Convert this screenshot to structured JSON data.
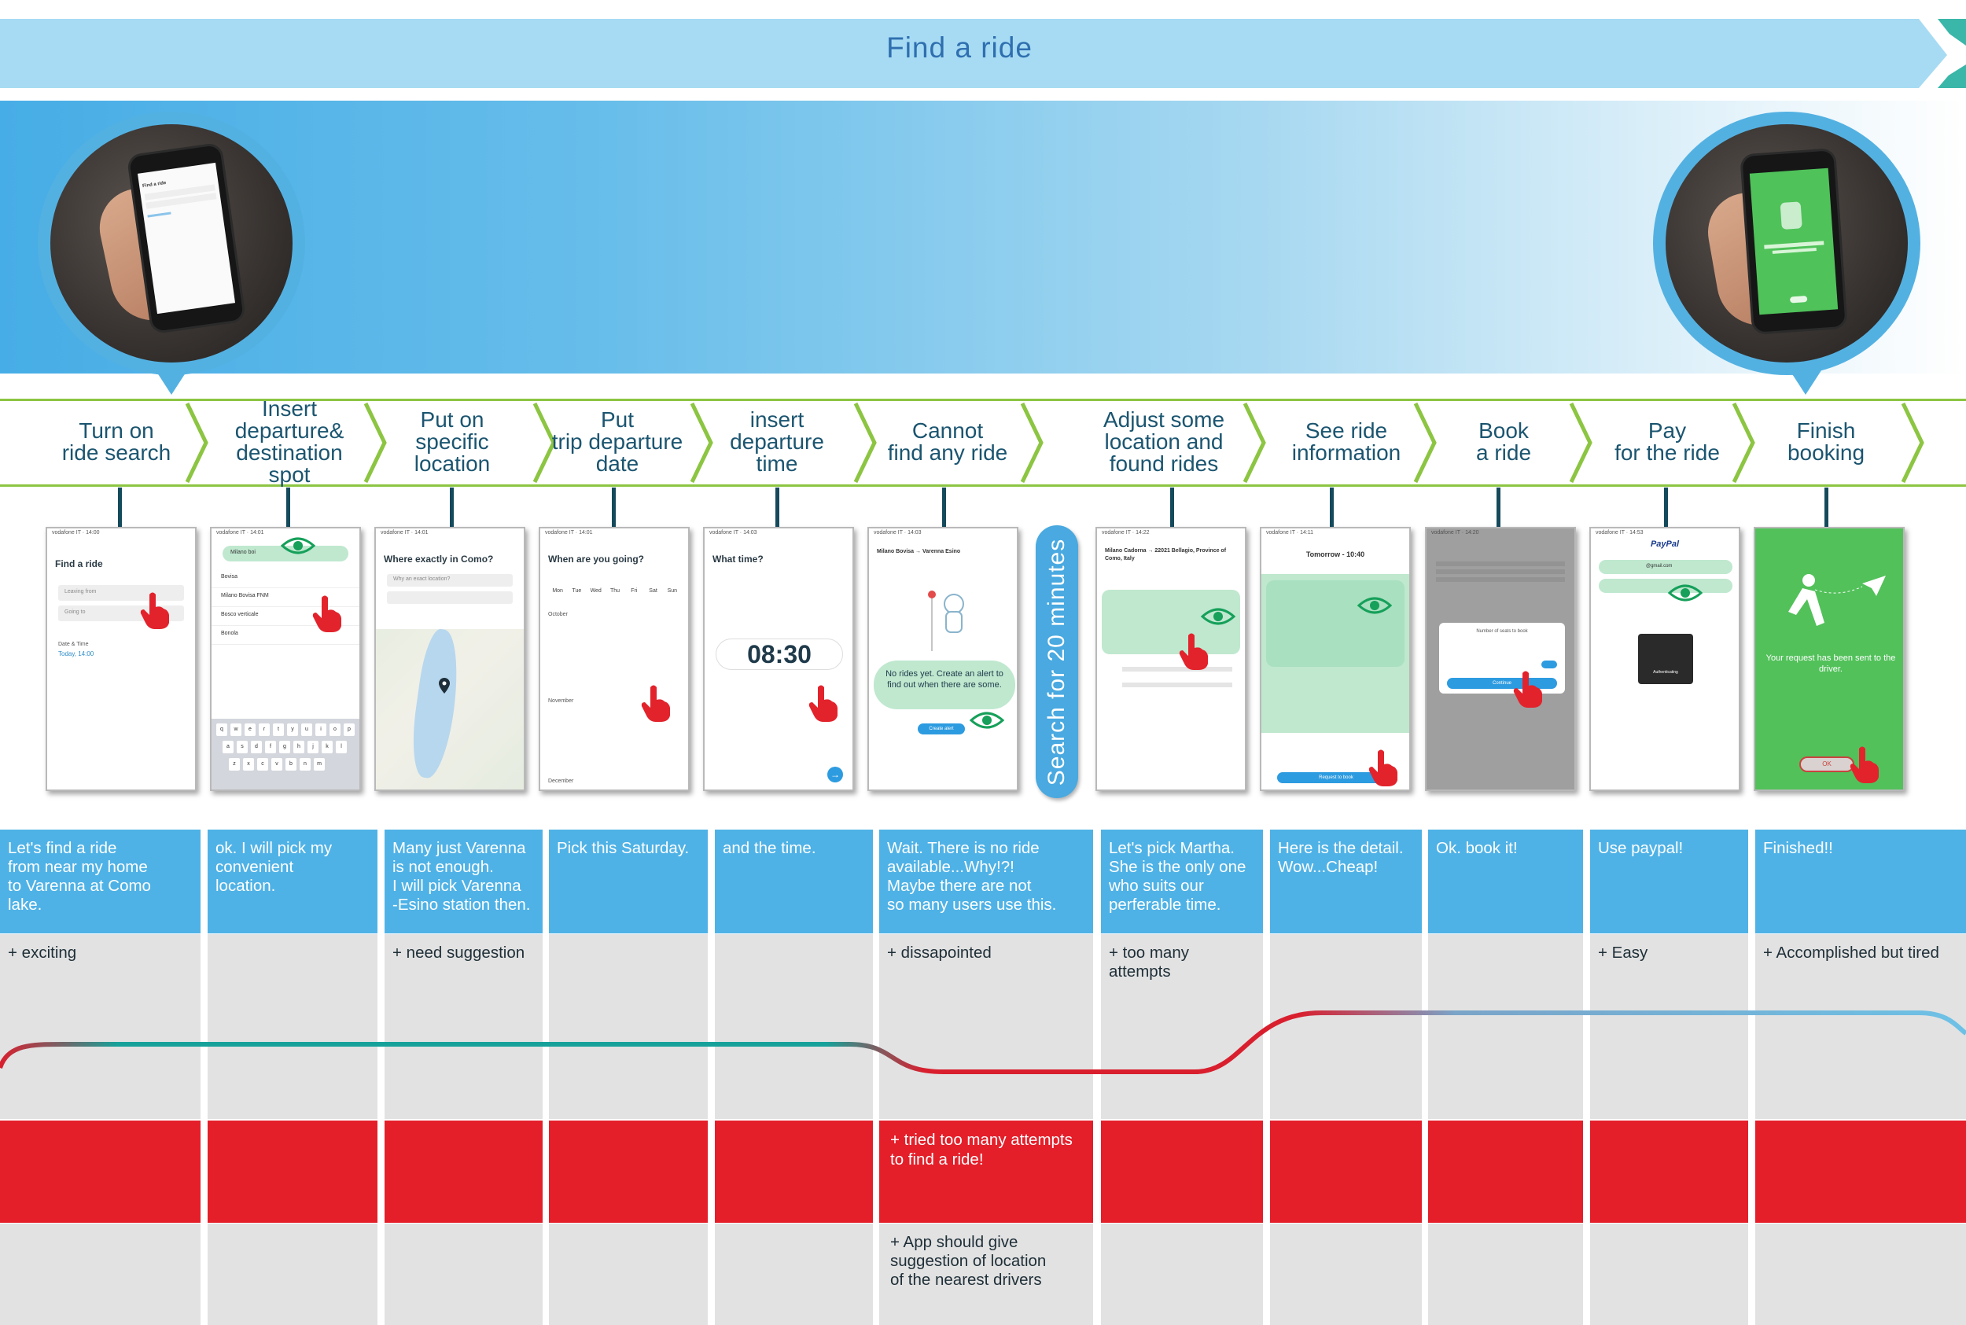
{
  "banner": {
    "title": "Find a ride"
  },
  "phases": [
    {
      "label": "Turn on\nride search"
    },
    {
      "label": "Insert\ndeparture&\ndestination\nspot"
    },
    {
      "label": "Put on\nspecific\nlocation"
    },
    {
      "label": "Put\ntrip departure\ndate"
    },
    {
      "label": "insert\ndeparture\ntime"
    },
    {
      "label": "Cannot\nfind any ride"
    },
    {
      "label": "Adjust some\nlocation and\nfound rides"
    },
    {
      "label": "See ride\ninformation"
    },
    {
      "label": "Book\na ride"
    },
    {
      "label": "Pay\nfor the ride"
    },
    {
      "label": "Finish\nbooking"
    }
  ],
  "search_pill": "Search for 20 minutes",
  "screens": {
    "s1": {
      "title": "Find a ride",
      "leaving": "Leaving from",
      "going": "Going to",
      "date_label": "Date & Time",
      "date_value": "Today, 14:00"
    },
    "s2": {
      "search": "Milano boi",
      "items": [
        "Bovisa",
        "Milano Bovisa FNM",
        "Bosco verticale",
        "Bonola"
      ]
    },
    "s3": {
      "title": "Where exactly in Como?",
      "hint": "Why an exact location?"
    },
    "s4": {
      "title": "When are you going?",
      "days": [
        "Mon",
        "Tue",
        "Wed",
        "Thu",
        "Fri",
        "Sat",
        "Sun"
      ],
      "month1": "October",
      "month2": "November",
      "month3": "December"
    },
    "s5": {
      "title": "What time?",
      "time": "08:30"
    },
    "s6": {
      "route": "Milano Bovisa → Varenna Esino",
      "msg": "No rides yet. Create an alert to find out when there are some.",
      "btn": "Create alert"
    },
    "s7": {
      "route": "Milano Cadorna → 22021 Bellagio, Province of Como, Italy"
    },
    "s8": {
      "title": "Tomorrow - 10:40",
      "btn": "Request to book"
    },
    "s9": {
      "title": "Number of seats to book",
      "btn": "Continue"
    },
    "s10": {
      "brand": "PayPal",
      "email": "@gmail.com",
      "auth": "Authenticating"
    },
    "s11": {
      "msg": "Your request has been sent to the driver.",
      "btn": "OK"
    }
  },
  "thoughts": [
    "Let's find a ride\nfrom near my home\nto Varenna at Como\nlake.",
    "ok. I will pick my\nconvenient\nlocation.",
    "Many just Varenna\nis not enough.\nI will pick Varenna\n-Esino station then.",
    "Pick this Saturday.",
    "and the time.",
    "Wait. There is no ride\navailable...Why!?!\nMaybe there are not\nso many users use this.",
    "Let's pick Martha.\nShe is the only one\nwho suits our\nperferable time.",
    "Here is the detail.\nWow...Cheap!",
    "Ok. book it!",
    "Use paypal!",
    "Finished!!"
  ],
  "feelings": [
    "+ exciting",
    "",
    "+ need suggestion",
    "",
    "",
    "+ dissapointed",
    "+ too many attempts",
    "",
    "",
    "+ Easy",
    "+ Accomplished but tired"
  ],
  "pain_points": [
    "",
    "",
    "",
    "",
    "",
    "+ tried too many attempts\nto find a ride!",
    "",
    "",
    "",
    "",
    ""
  ],
  "opportunities": [
    "",
    "",
    "",
    "",
    "",
    "+ App should give\nsuggestion of location\nof the nearest drivers",
    "",
    "",
    "",
    "",
    ""
  ],
  "colors": {
    "banner": "#a6dbf3",
    "phase_line": "#8cc542",
    "thought": "#4fb2e6",
    "pain": "#e41f2a",
    "lane_grey": "#e2e2e2",
    "curve_good": "#16a29a",
    "curve_bad": "#d91f2e"
  }
}
